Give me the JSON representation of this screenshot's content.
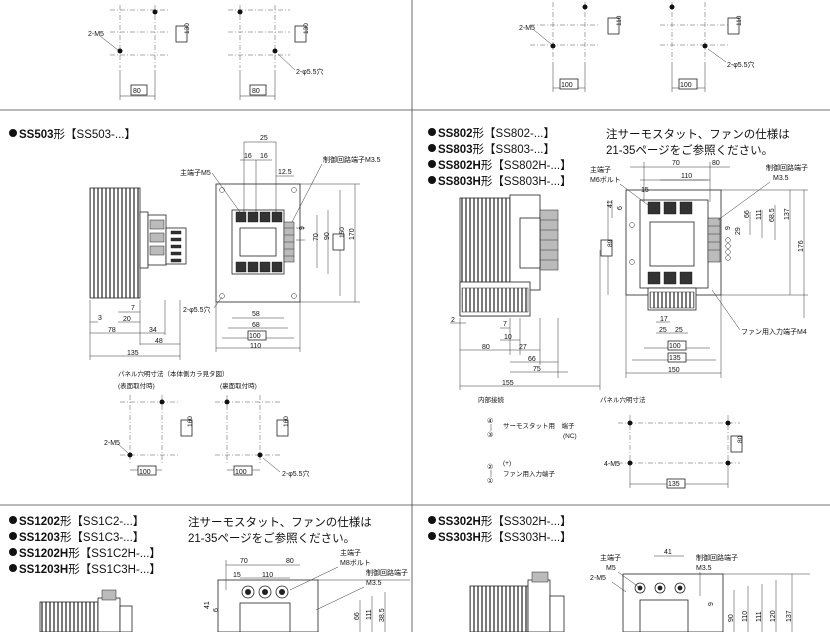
{
  "sections": {
    "ss503": {
      "title_bold": "SS503",
      "title_suffix": "形【SS503-...】",
      "labels": {
        "main_terminal": "主端子M5",
        "control_terminal": "制御回路端子M3.5",
        "mount_hole": "2-φ5.5穴",
        "panel_title": "パネル穴明寸法（本体側カラ見タ図）",
        "front_mount": "(表面取付時)",
        "back_mount": "(裏面取付時)",
        "m5": "2-M5",
        "hole2": "2-φ5.5穴"
      },
      "dims": {
        "d25": "25",
        "d16a": "16",
        "d16b": "16",
        "d125": "12.5",
        "d9": "9",
        "d70": "70",
        "d90": "90",
        "d150": "150",
        "d170": "170",
        "d58": "58",
        "d68": "68",
        "d100": "100",
        "d110": "110",
        "d3": "3",
        "d7": "7",
        "d20": "20",
        "d78": "78",
        "d34": "34",
        "d48": "48",
        "d135": "135",
        "p160a": "160",
        "p100a": "100",
        "p160b": "160",
        "p100b": "100"
      }
    },
    "ss802": {
      "lines": [
        {
          "bold": "SS802",
          "suffix": "形【SS802-...】"
        },
        {
          "bold": "SS803",
          "suffix": "形【SS803-...】"
        },
        {
          "bold": "SS802H",
          "suffix": "形【SS802H-...】"
        },
        {
          "bold": "SS803H",
          "suffix": "形【SS803H-...】"
        }
      ],
      "note1": "注サーモスタット、ファンの仕様は",
      "note2": "21-35ページをご参照ください。",
      "labels": {
        "main_terminal": "主端子",
        "bolt": "M6ボルト",
        "control_terminal": "制御回路端子",
        "control_size": "M3.5",
        "fan_terminal": "ファン用入力端子M4",
        "internal": "内部接続",
        "thermo": "サーモスタット用　端子",
        "nc": "(NC)",
        "plus": "(+)",
        "fan_input": "ファン用入力端子",
        "panel": "パネル穴明寸法",
        "m5": "4-M5",
        "n1": "①",
        "n2": "②",
        "n3": "③",
        "n4": "④"
      },
      "dims": {
        "d70": "70",
        "d80": "80",
        "d110": "110",
        "d15": "15",
        "d41": "41",
        "d6": "6",
        "d89": "89",
        "d9": "9",
        "d29": "29",
        "d66": "66",
        "d111": "111",
        "d685": "68.5",
        "d137": "137",
        "d176": "176",
        "d2": "2",
        "d7": "7",
        "d10": "10",
        "d27": "27",
        "d80b": "80",
        "d17": "17",
        "d25a": "25",
        "d25b": "25",
        "d100": "100",
        "d135": "135",
        "d150": "150",
        "d66b": "66",
        "d75": "75",
        "d155": "155",
        "p80": "80",
        "p135": "135"
      }
    },
    "ss1202": {
      "lines": [
        {
          "bold": "SS1202",
          "suffix": "形【SS1C2-...】"
        },
        {
          "bold": "SS1203",
          "suffix": "形【SS1C3-...】"
        },
        {
          "bold": "SS1202H",
          "suffix": "形【SS1C2H-...】"
        },
        {
          "bold": "SS1203H",
          "suffix": "形【SS1C3H-...】"
        }
      ],
      "note1": "注サーモスタット、ファンの仕様は",
      "note2": "21-35ページをご参照ください。",
      "labels": {
        "main_terminal": "主端子",
        "bolt": "M8ボルト",
        "control_terminal": "制御回路端子",
        "control_size": "M3.5"
      },
      "dims": {
        "d70": "70",
        "d80": "80",
        "d15": "15",
        "d110": "110",
        "d41": "41",
        "d6": "6",
        "d66": "66",
        "d111": "111",
        "d385": "38.5"
      }
    },
    "ss302": {
      "lines": [
        {
          "bold": "SS302H",
          "suffix": "形【SS302H-...】"
        },
        {
          "bold": "SS303H",
          "suffix": "形【SS303H-...】"
        }
      ],
      "labels": {
        "main_terminal": "主端子",
        "m5": "M5",
        "m5b": "2-M5",
        "control_terminal": "制御回路端子",
        "control_size": "M3.5"
      },
      "dims": {
        "d41": "41",
        "d9": "9",
        "d90": "90",
        "d110": "110",
        "d111": "111",
        "d120": "120",
        "d137": "137"
      }
    },
    "top": {
      "left": {
        "m5": "2-M5",
        "d130a": "130",
        "d130b": "130",
        "d80a": "80",
        "d80b": "80",
        "hole": "2-φ5.5穴"
      },
      "right": {
        "m5": "2-M5",
        "d110a": "110",
        "d110b": "110",
        "d100a": "100",
        "d100b": "100",
        "hole": "2-φ5.5穴"
      }
    }
  }
}
